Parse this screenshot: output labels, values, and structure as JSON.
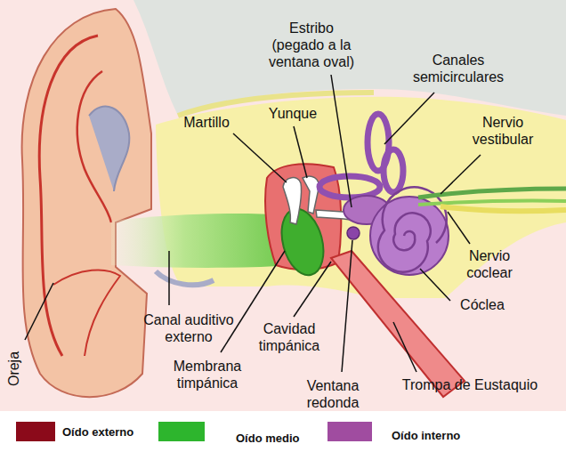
{
  "diagram": {
    "labels": [
      "Estribo (pegado a la ventana oval)",
      "Canales semicirculares",
      "Martillo",
      "Yunque",
      "Nervio vestibular",
      "Nervio coclear",
      "Cóclea",
      "Canal auditivo externo",
      "Cavidad timpánica",
      "Membrana timpánica",
      "Ventana redonda",
      "Trompa de Eustaquio",
      "Oreja"
    ],
    "legend": [
      {
        "text": "Oído externo",
        "color": "#8b0a1a"
      },
      {
        "text": "Oído medio",
        "color": "#2db52d"
      },
      {
        "text": "Oído interno",
        "color": "#a04ca0"
      }
    ]
  }
}
